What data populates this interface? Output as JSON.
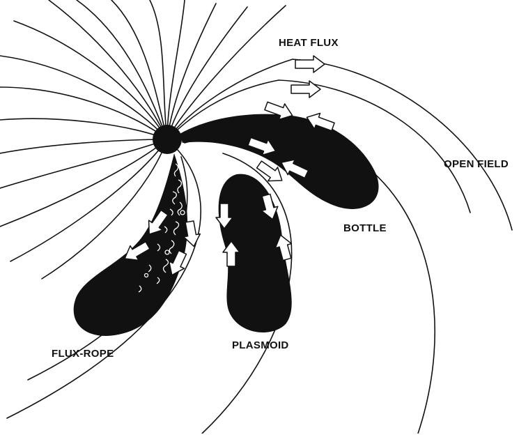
{
  "labels": {
    "heat_flux": "HEAT FLUX",
    "open_field": "OPEN FIELD",
    "bottle": "BOTTLE",
    "plasmoid": "PLASMOID",
    "flux_rope": "FLUX-ROPE"
  },
  "colors": {
    "ink": "#111111",
    "background": "#ffffff",
    "arrow_fill": "#ffffff"
  }
}
